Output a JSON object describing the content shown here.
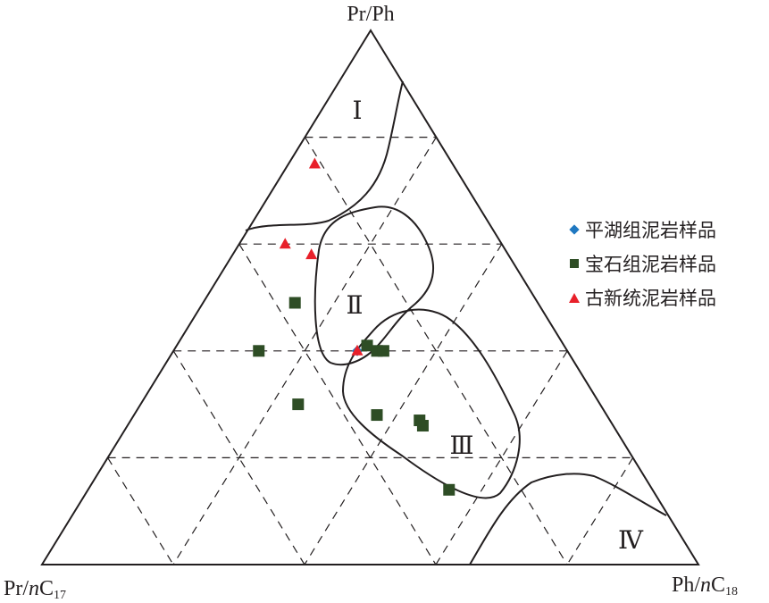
{
  "chart_data": {
    "type": "ternary-scatter",
    "title": "",
    "vertices": {
      "top": {
        "main": "Pr/Ph",
        "sub": ""
      },
      "left": {
        "main": "Pr/",
        "italic": "n",
        "rest": "C",
        "sub": "17"
      },
      "right": {
        "main": "Ph/",
        "italic": "n",
        "rest": "C",
        "sub": "18"
      }
    },
    "grid": "dashed, 20% steps",
    "zones": [
      {
        "label": "Ⅰ"
      },
      {
        "label": "Ⅱ"
      },
      {
        "label": "Ⅲ"
      },
      {
        "label": "Ⅳ"
      }
    ],
    "legend_position": "right",
    "series": [
      {
        "name": "平湖组泥岩样品",
        "marker": "diamond",
        "color": "#1f78c1",
        "points": [
          [
            0.4,
            0.32,
            0.28
          ]
        ]
      },
      {
        "name": "宝石组泥岩样品",
        "marker": "square",
        "color": "#2e4d25",
        "points": [
          [
            0.49,
            0.37,
            0.14
          ],
          [
            0.4,
            0.47,
            0.13
          ],
          [
            0.3,
            0.46,
            0.24
          ],
          [
            0.41,
            0.3,
            0.29
          ],
          [
            0.4,
            0.29,
            0.31
          ],
          [
            0.4,
            0.28,
            0.32
          ],
          [
            0.28,
            0.35,
            0.37
          ],
          [
            0.26,
            0.29,
            0.45
          ],
          [
            0.27,
            0.29,
            0.44
          ],
          [
            0.14,
            0.31,
            0.55
          ]
        ]
      },
      {
        "name": "古新统泥岩样品",
        "marker": "triangle",
        "color": "#e8202a",
        "points": [
          [
            0.75,
            0.21,
            0.04
          ],
          [
            0.58,
            0.3,
            0.12
          ],
          [
            0.6,
            0.33,
            0.07
          ],
          [
            0.4,
            0.32,
            0.28
          ]
        ]
      }
    ]
  }
}
